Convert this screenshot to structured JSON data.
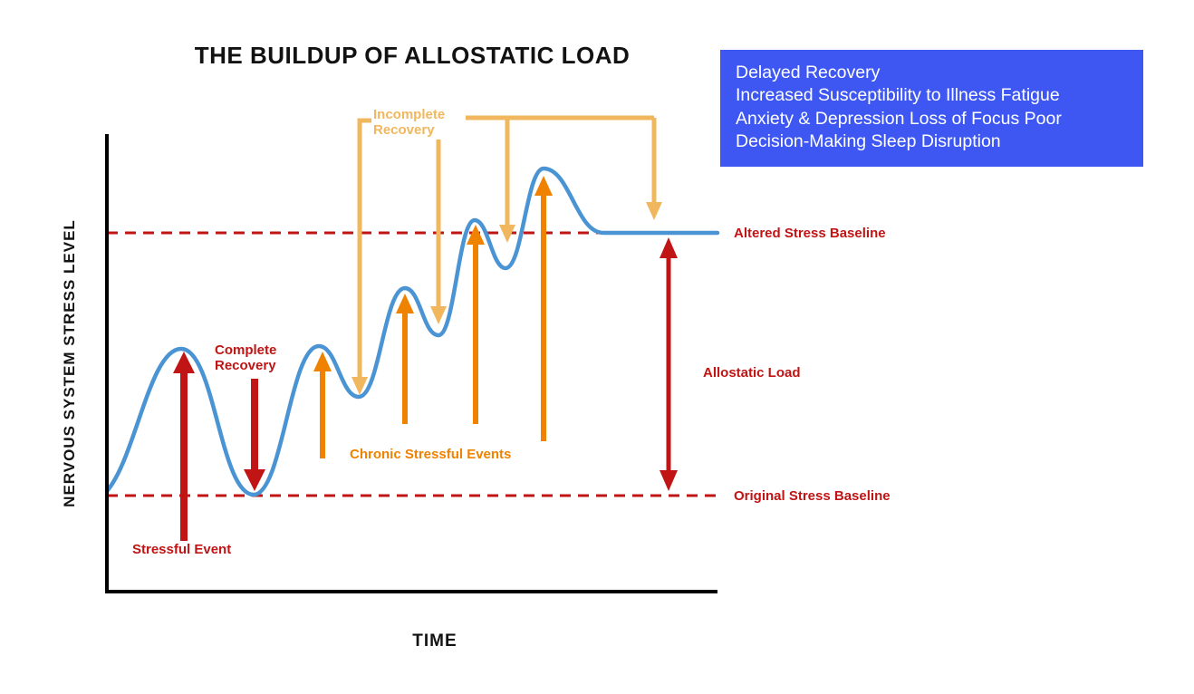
{
  "title": "THE BUILDUP OF ALLOSTATIC LOAD",
  "info_box": {
    "lines": [
      "Delayed Recovery",
      "Increased Susceptibility to Illness Fatigue",
      "Anxiety & Depression Loss of Focus Poor",
      "Decision-Making Sleep Disruption"
    ]
  },
  "axes": {
    "y_label": "NERVOUS SYSTEM STRESS LEVEL",
    "x_label": "TIME"
  },
  "labels": {
    "stressful_event": "Stressful Event",
    "complete_recovery": "Complete Recovery",
    "chronic_stressful_events": "Chronic Stressful Events",
    "incomplete_recovery": "Incomplete Recovery",
    "altered_baseline": "Altered Stress Baseline",
    "original_baseline": "Original Stress Baseline",
    "allostatic_load": "Allostatic Load"
  },
  "colors": {
    "curve_blue": "#4A94D4",
    "annotation_red": "#C11414",
    "annotation_orange": "#EF8200",
    "annotation_light_orange": "#F0B75F",
    "info_box_blue": "#3E57F2",
    "axis_black": "#000000",
    "background": "#FFFFFF"
  },
  "chart_data": {
    "type": "line",
    "title": "THE BUILDUP OF ALLOSTATIC LOAD",
    "xlabel": "TIME",
    "ylabel": "NERVOUS SYSTEM STRESS LEVEL",
    "axis_numeric_labels": false,
    "grid": false,
    "x_relative": [
      0,
      12,
      24,
      35,
      41,
      49,
      54,
      60,
      65,
      72,
      81,
      100
    ],
    "stress_level_relative": [
      22,
      53,
      21,
      54,
      43,
      66,
      56,
      81,
      71,
      92,
      78,
      78
    ],
    "baselines": {
      "original_stress_baseline": 21,
      "altered_stress_baseline": 78
    },
    "annotations": [
      {
        "label": "Stressful Event",
        "color": "#C11414",
        "points_to": "first peak",
        "direction": "up"
      },
      {
        "label": "Complete Recovery",
        "color": "#C11414",
        "points_to": "first trough at original baseline",
        "direction": "down"
      },
      {
        "label": "Chronic Stressful Events",
        "color": "#EF8200",
        "points_to": "successive rising peaks",
        "direction": "up",
        "arrow_count": 4
      },
      {
        "label": "Incomplete Recovery",
        "color": "#F0B75F",
        "points_to": "successively higher troughs and final plateau",
        "direction": "down",
        "arrow_count": 4
      },
      {
        "label": "Allostatic Load",
        "color": "#C11414",
        "points_to": "gap between original and altered baselines",
        "direction": "both"
      }
    ]
  }
}
